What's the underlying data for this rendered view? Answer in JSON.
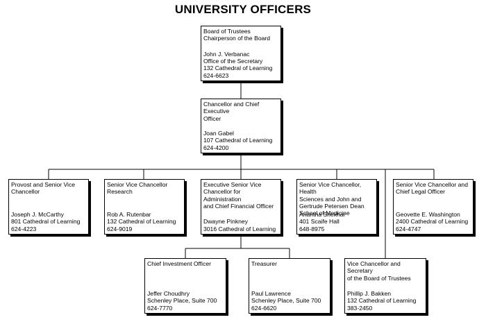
{
  "title": "UNIVERSITY OFFICERS",
  "board": {
    "role": [
      "Board of Trustees",
      "Chairperson of the Board"
    ],
    "name": "John J. Verbanac",
    "address": [
      "Office of the Secretary",
      "132 Cathedral of Learning"
    ],
    "phone": "624-6623"
  },
  "chancellor": {
    "role": [
      "Chancellor and Chief Executive",
      "Officer"
    ],
    "name": "Joan Gabel",
    "address": [
      "107 Cathedral of Learning"
    ],
    "phone": "624-4200"
  },
  "provost": {
    "role": [
      "Provost and Senior Vice",
      "Chancellor"
    ],
    "name": "Joseph J. McCarthy",
    "address": [
      "801 Cathedral of Learning"
    ],
    "phone": "624-4223"
  },
  "research": {
    "role": [
      "Senior Vice Chancellor",
      "Research"
    ],
    "name": "Rob A. Rutenbar",
    "address": [
      "132 Cathedral of Learning"
    ],
    "phone": "624-9019"
  },
  "evc_admin": {
    "role": [
      "Executive Senior Vice",
      "Chancellor for Administration",
      "and Chief Financial Officer"
    ],
    "name": "Dwayne Pinkney",
    "address": [
      "3016 Cathedral of Learning"
    ],
    "phone": ""
  },
  "health": {
    "role": [
      "Senior Vice Chancellor, Health",
      "Sciences and John and",
      "Gertrude Petersen Dean",
      "School of Medicine"
    ],
    "name": "Anantha Shekhar",
    "address": [
      "401 Scaife Hall"
    ],
    "phone": "648-8975"
  },
  "legal": {
    "role": [
      "Senior Vice Chancellor and",
      "Chief Legal Officer"
    ],
    "name": "Geovette E. Washington",
    "address": [
      "2400 Cathedral of Learning"
    ],
    "phone": "624-4747"
  },
  "investment": {
    "role": [
      "Chief Investment Officer"
    ],
    "name": "Jeffer Choudhry",
    "address": [
      "Schenley Place, Suite 700"
    ],
    "phone": "624-7770"
  },
  "treasurer": {
    "role": [
      "Treasurer"
    ],
    "name": "Paul Lawrence",
    "address": [
      "Schenley Place, Suite 700"
    ],
    "phone": "624-6620"
  },
  "secretary": {
    "role": [
      "Vice Chancellor and Secretary",
      "of the Board of Trustees"
    ],
    "name": "Phillip J. Bakken",
    "address": [
      "132 Cathedral of Learning"
    ],
    "phone": "383-2450"
  }
}
